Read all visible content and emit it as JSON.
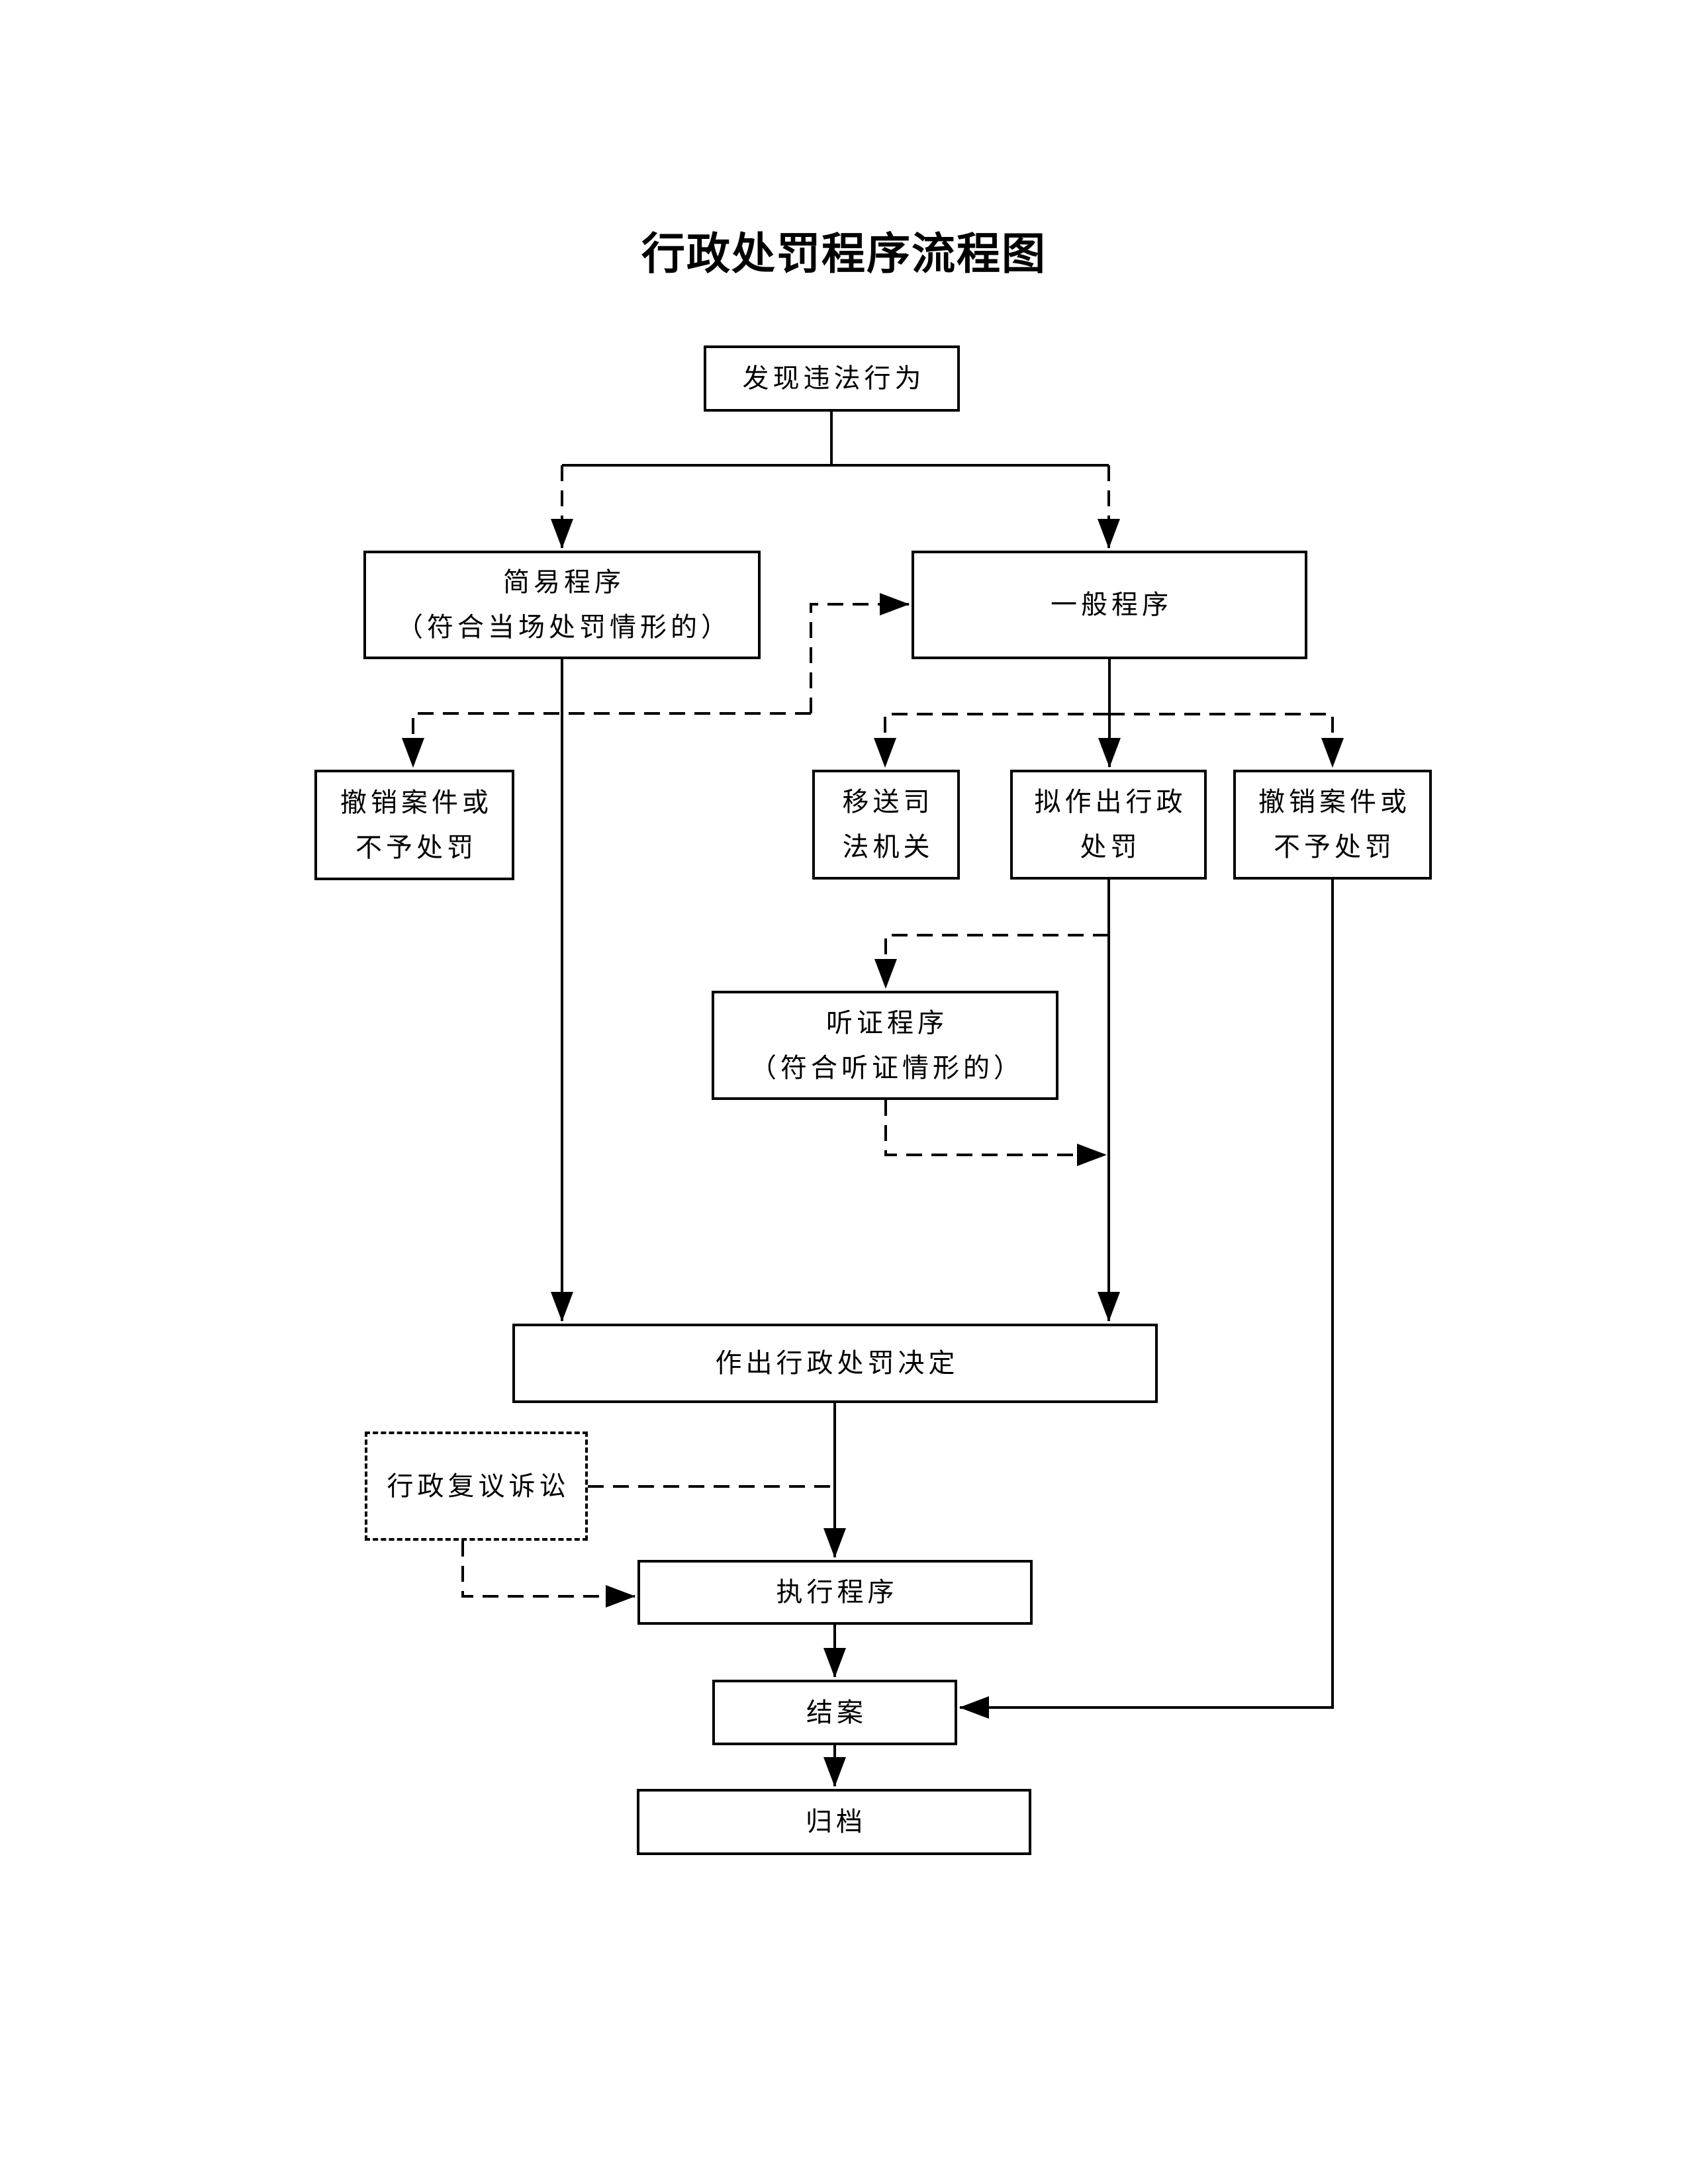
{
  "title": "行政处罚程序流程图",
  "nodes": {
    "discover": {
      "lines": [
        "发现违法行为"
      ]
    },
    "simple": {
      "lines": [
        "简易程序",
        "（符合当场处罚情形的）"
      ]
    },
    "general": {
      "lines": [
        "一般程序"
      ]
    },
    "dismiss_left": {
      "lines": [
        "撤销案件或",
        "不予处罚"
      ]
    },
    "transfer": {
      "lines": [
        "移送司",
        "法机关"
      ]
    },
    "proposed": {
      "lines": [
        "拟作出行政",
        "处罚"
      ]
    },
    "dismiss_right": {
      "lines": [
        "撤销案件或",
        "不予处罚"
      ]
    },
    "hearing": {
      "lines": [
        "听证程序",
        "（符合听证情形的）"
      ]
    },
    "decision": {
      "lines": [
        "作出行政处罚决定"
      ]
    },
    "review": {
      "lines": [
        "行政复议诉讼"
      ]
    },
    "execute": {
      "lines": [
        "执行程序"
      ]
    },
    "close": {
      "lines": [
        "结案"
      ]
    },
    "archive": {
      "lines": [
        "归档"
      ]
    }
  },
  "colors": {
    "line": "#000000",
    "background": "#ffffff",
    "text": "#000000"
  }
}
